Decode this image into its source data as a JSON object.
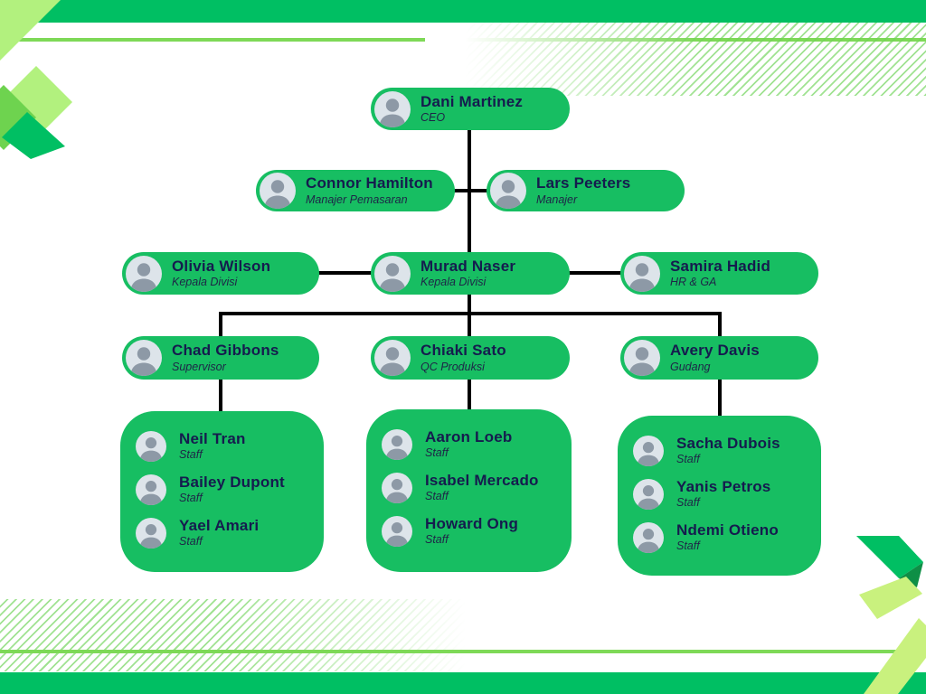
{
  "colors": {
    "brand_green": "#00BF63",
    "node_green": "#17BE62",
    "light_green": "#B2F17E",
    "accent_line_green": "#7ED957",
    "mid_green": "#6ED34F",
    "text_navy": "#151B4E",
    "connector_black": "#000000"
  },
  "nodes": {
    "ceo": {
      "name": "Dani Martinez",
      "role": "CEO"
    },
    "managers": [
      {
        "name": "Connor Hamilton",
        "role": "Manajer Pemasaran"
      },
      {
        "name": "Lars Peeters",
        "role": "Manajer"
      }
    ],
    "division": [
      {
        "name": "Olivia Wilson",
        "role": "Kepala Divisi"
      },
      {
        "name": "Murad Naser",
        "role": "Kepala Divisi"
      },
      {
        "name": "Samira Hadid",
        "role": "HR & GA"
      }
    ],
    "supervisors": [
      {
        "name": "Chad Gibbons",
        "role": "Supervisor"
      },
      {
        "name": "Chiaki Sato",
        "role": "QC Produksi"
      },
      {
        "name": "Avery Davis",
        "role": "Gudang"
      }
    ],
    "staff_groups": [
      {
        "members": [
          {
            "name": "Neil Tran",
            "role": "Staff"
          },
          {
            "name": "Bailey Dupont",
            "role": "Staff"
          },
          {
            "name": "Yael Amari",
            "role": "Staff"
          }
        ]
      },
      {
        "members": [
          {
            "name": "Aaron Loeb",
            "role": "Staff"
          },
          {
            "name": "Isabel Mercado",
            "role": "Staff"
          },
          {
            "name": "Howard Ong",
            "role": "Staff"
          }
        ]
      },
      {
        "members": [
          {
            "name": "Sacha Dubois",
            "role": "Staff"
          },
          {
            "name": "Yanis Petros",
            "role": "Staff"
          },
          {
            "name": "Ndemi Otieno",
            "role": "Staff"
          }
        ]
      }
    ]
  }
}
